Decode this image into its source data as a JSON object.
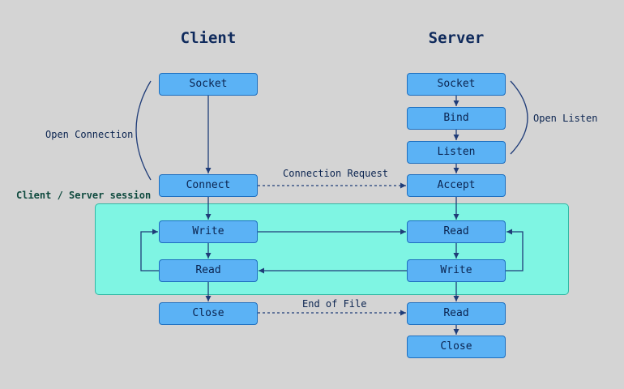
{
  "titles": {
    "client": "Client",
    "server": "Server"
  },
  "session": {
    "label": "Client / Server session"
  },
  "annotations": {
    "open_connection": "Open Connection",
    "open_listen": "Open Listen",
    "connection_request": "Connection Request",
    "end_of_file": "End of File"
  },
  "client": {
    "socket": "Socket",
    "connect": "Connect",
    "write": "Write",
    "read": "Read",
    "close": "Close"
  },
  "server": {
    "socket": "Socket",
    "bind": "Bind",
    "listen": "Listen",
    "accept": "Accept",
    "read": "Read",
    "write": "Write",
    "read_eof": "Read",
    "close": "Close"
  },
  "colors": {
    "background": "#d4d4d4",
    "node_fill": "#5bb2f5",
    "node_border": "#1e6fbf",
    "session_fill": "#7ff5e3",
    "wire": "#1f3c78"
  }
}
